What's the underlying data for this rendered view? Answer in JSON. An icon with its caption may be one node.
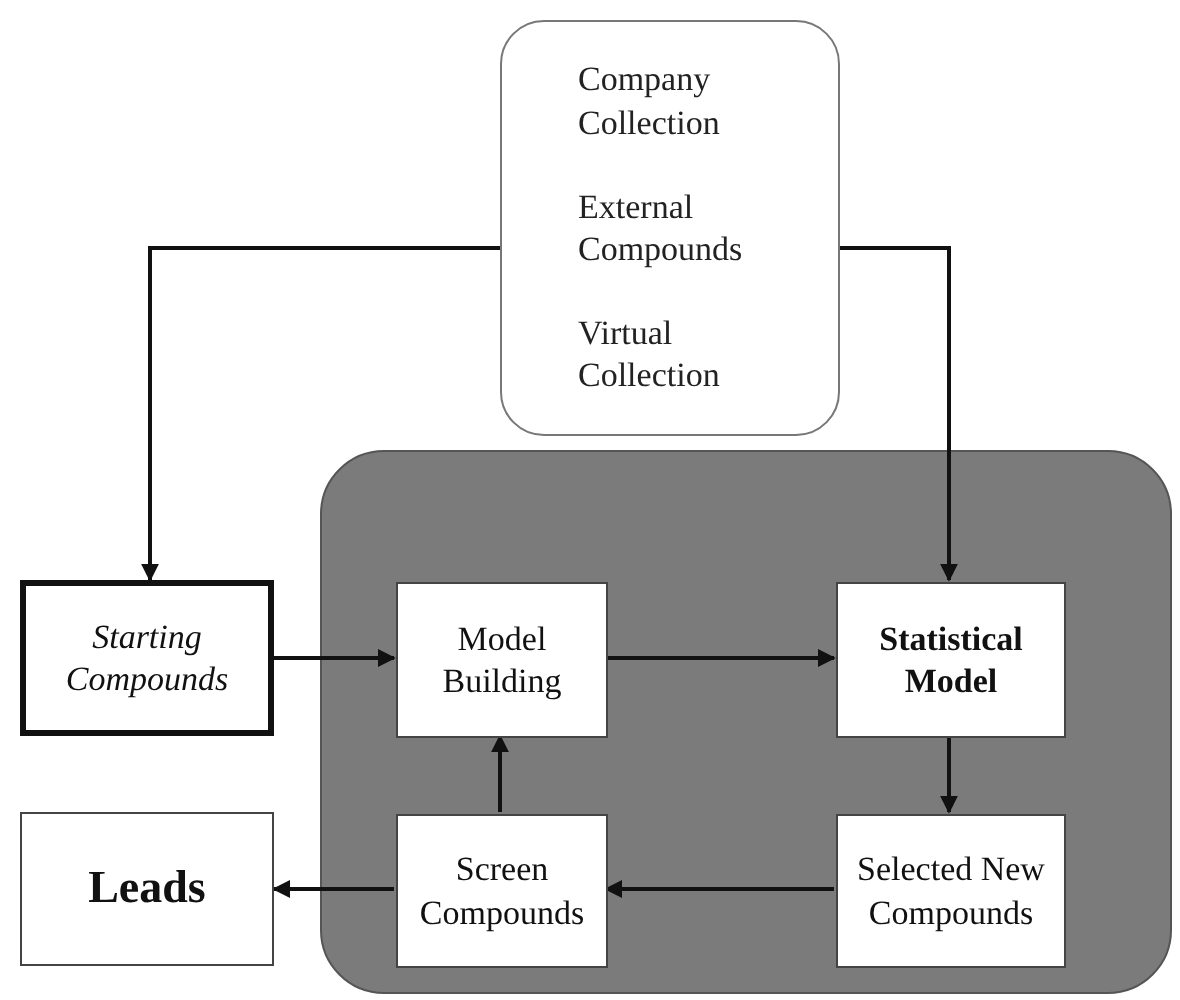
{
  "diagram": {
    "nodes": [
      {
        "text": [
          "Company Collection",
          "External Compounds",
          "Virtual Collection"
        ]
      },
      {
        "text": [],
        "shape": "box"
      },
      {
        "text": [
          "Starting Compounds"
        ]
      },
      {
        "text": [
          "Model Building"
        ],
        "in": 1
      },
      {
        "text": [
          "Statistical Model"
        ],
        "in": 1
      },
      {
        "text": [
          "Selected New Compounds"
        ],
        "in": 1
      },
      {
        "text": [
          "Screen Compounds"
        ],
        "in": 1
      },
      {
        "text": [
          "Leads"
        ]
      }
    ],
    "edges": [
      {
        "from": 0,
        "to": 2,
        "arrow": "to"
      },
      {
        "from": 0,
        "to": 4,
        "arrow": "to"
      },
      {
        "from": 2,
        "to": 3,
        "arrow": "to"
      },
      {
        "from": 3,
        "to": 4,
        "arrow": "to"
      },
      {
        "from": 4,
        "to": 5,
        "arrow": "to"
      },
      {
        "from": 5,
        "to": 6,
        "arrow": "to"
      },
      {
        "from": 6,
        "to": 3,
        "arrow": "to"
      },
      {
        "from": 6,
        "to": 7,
        "arrow": "to"
      }
    ]
  }
}
